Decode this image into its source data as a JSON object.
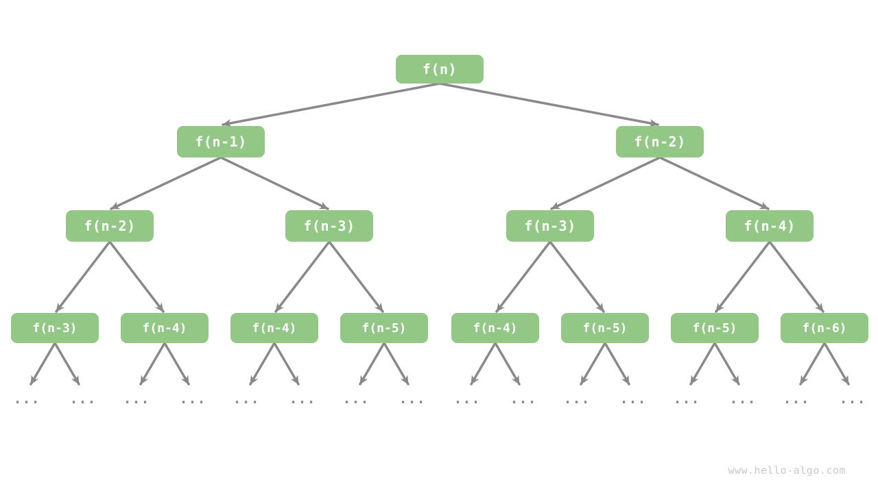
{
  "diagram": {
    "type": "recursion-tree",
    "levels": [
      {
        "nodes": [
          "f(n)"
        ]
      },
      {
        "nodes": [
          "f(n-1)",
          "f(n-2)"
        ]
      },
      {
        "nodes": [
          "f(n-2)",
          "f(n-3)",
          "f(n-3)",
          "f(n-4)"
        ]
      },
      {
        "nodes": [
          "f(n-3)",
          "f(n-4)",
          "f(n-4)",
          "f(n-5)",
          "f(n-4)",
          "f(n-5)",
          "f(n-5)",
          "f(n-6)"
        ]
      }
    ],
    "ellipsis": "...",
    "watermark": "www.hello-algo.com",
    "colors": {
      "node_fill": "#92C785",
      "node_text": "#FFFFFF",
      "edge": "#898989",
      "ellipsis_dots": "#8A8A8A",
      "watermark_text": "#C9C9C9",
      "background": "#FFFFFF"
    }
  }
}
